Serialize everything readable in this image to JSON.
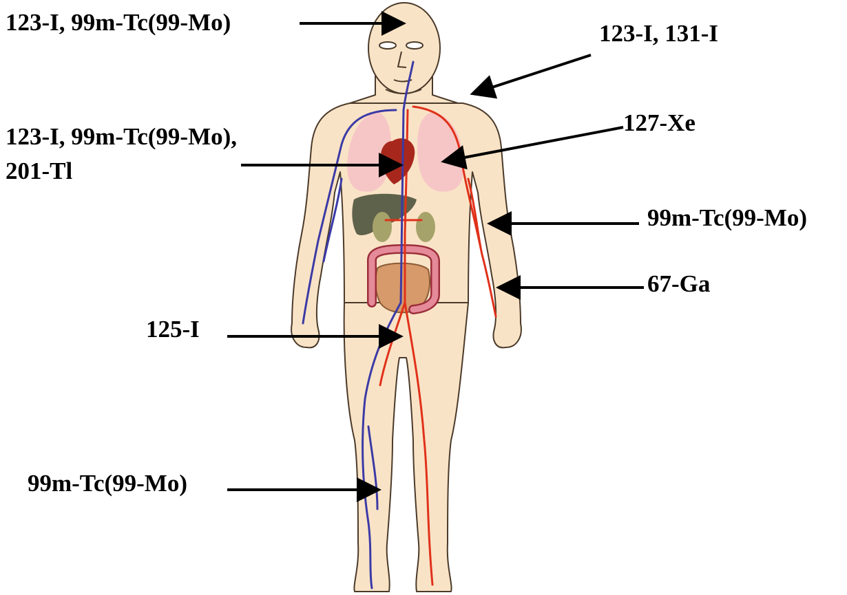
{
  "colors": {
    "skin": "#f9e3c6",
    "skin_outline": "#4a3a2a",
    "artery": "#e0311a",
    "vein": "#3b3aa6",
    "lung": "#f6c6c6",
    "heart": "#a8271c",
    "liver": "#5f624a",
    "kidney": "#a6a36a",
    "colon": "#e58a99",
    "colon_outline": "#9b2e3b",
    "small_intestine": "#d79a6a",
    "arrow": "#000000"
  },
  "labels": {
    "head": "123-I, 99m-Tc(99-Mo)",
    "thyroid": "123-I, 131-I",
    "heart_line1": "123-I, 99m-Tc(99-Mo),",
    "heart_line2": "201-Tl",
    "lungs": "127-Xe",
    "arm": "99m-Tc(99-Mo)",
    "forearm": "67-Ga",
    "abdomen": "125-I",
    "leg": "99m-Tc(99-Mo)"
  }
}
